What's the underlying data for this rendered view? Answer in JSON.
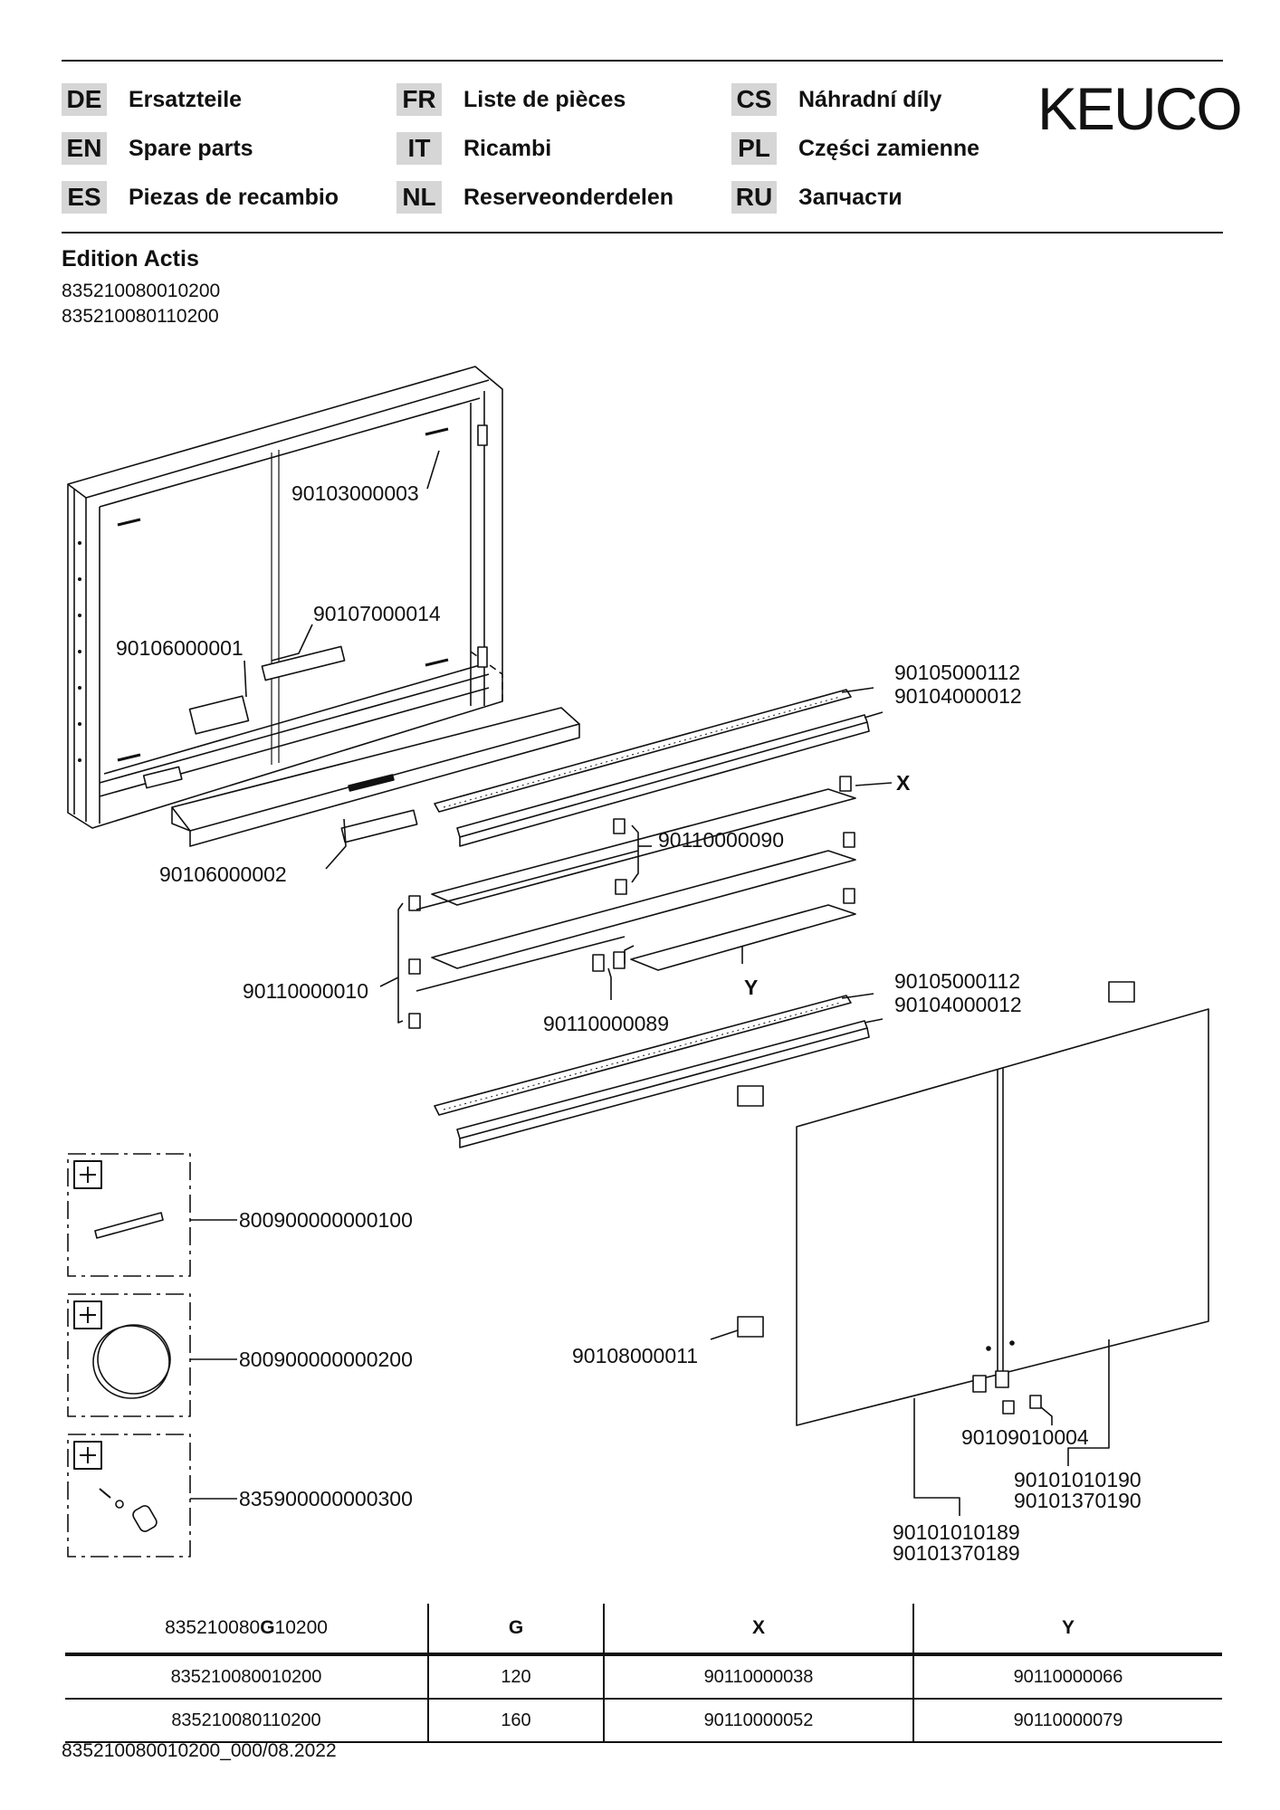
{
  "languages": [
    {
      "code": "DE",
      "label": "Ersatzteile"
    },
    {
      "code": "EN",
      "label": "Spare parts"
    },
    {
      "code": "ES",
      "label": "Piezas de recambio"
    },
    {
      "code": "FR",
      "label": "Liste de pièces"
    },
    {
      "code": "IT",
      "label": "Ricambi"
    },
    {
      "code": "NL",
      "label": "Reserveonderdelen"
    },
    {
      "code": "CS",
      "label": "Náhradní díly"
    },
    {
      "code": "PL",
      "label": "Części zamienne"
    },
    {
      "code": "RU",
      "label": "Запчасти"
    }
  ],
  "brand": "KEUCO",
  "product": {
    "title": "Edition Actis",
    "articles": [
      "835210080010200",
      "835210080110200"
    ]
  },
  "parts": {
    "p1": "90103000003",
    "p2": "90107000014",
    "p3": "90106000001",
    "p4": "90105000112",
    "p5": "90104000012",
    "p6": "90110000090",
    "p7": "90106000002",
    "p8": "90110000010",
    "p9": "90110000089",
    "p10": "90105000112",
    "p11": "90104000012",
    "p12": "800900000000100",
    "p13": "800900000000200",
    "p14": "835900000000300",
    "p15": "90108000011",
    "p16": "90109010004",
    "p17a": "90101010190",
    "p17b": "90101370190",
    "p18a": "90101010189",
    "p18b": "90101370189",
    "markX": "X",
    "markY": "Y"
  },
  "table": {
    "header_prefix": "835210080",
    "header_bold": "G",
    "header_suffix": "10200",
    "col_g": "G",
    "col_x": "X",
    "col_y": "Y",
    "rows": [
      {
        "article": "835210080010200",
        "g": "120",
        "x": "90110000038",
        "y": "90110000066"
      },
      {
        "article": "835210080110200",
        "g": "160",
        "x": "90110000052",
        "y": "90110000079"
      }
    ]
  },
  "footer": "835210080010200_000/08.2022"
}
